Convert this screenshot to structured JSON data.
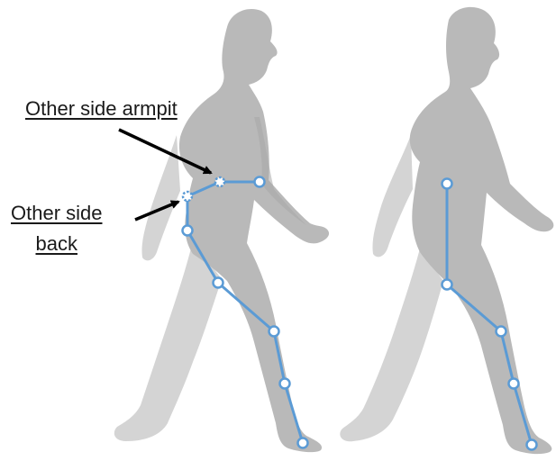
{
  "labels": {
    "armpit": "Other side armpit",
    "back_line1": "Other side",
    "back_line2": "back"
  },
  "colors": {
    "body_near": "#b9b9b9",
    "body_far": "#d4d4d4",
    "marker_line": "#5b9bd5",
    "marker_fill": "#ffffff",
    "arrow": "#000000",
    "background": "#ffffff"
  },
  "figures": [
    {
      "name": "walking-figure-left",
      "markers": [
        "other-side-back",
        "other-side-armpit",
        "front-shoulder",
        "hip",
        "thigh",
        "knee",
        "shin",
        "ankle"
      ],
      "hidden_markers": [
        "other-side-back",
        "other-side-armpit"
      ]
    },
    {
      "name": "walking-figure-right",
      "markers": [
        "upper-back",
        "hip",
        "knee",
        "shin",
        "ankle"
      ],
      "hidden_markers": []
    }
  ]
}
